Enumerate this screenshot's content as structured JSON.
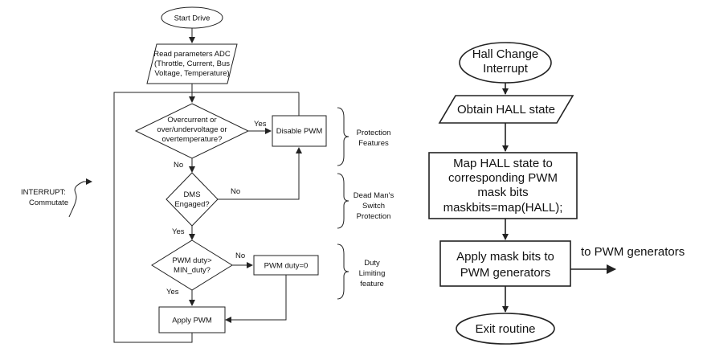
{
  "left_flowchart": {
    "start": "Start Drive",
    "read_params": [
      "Read parameters ADC",
      "(Throttle, Current, Bus",
      "Voltage, Temperature)"
    ],
    "fault_check": [
      "Overcurrent or",
      "over/undervoltage or",
      "overtemperature?"
    ],
    "fault_yes": "Yes",
    "fault_no": "No",
    "disable_pwm": "Disable PWM",
    "dms_check": [
      "DMS",
      "Engaged?"
    ],
    "dms_no": "No",
    "dms_yes": "Yes",
    "duty_check": [
      "PWM duty>",
      "MIN_duty?"
    ],
    "duty_no": "No",
    "duty_yes": "Yes",
    "duty_zero": "PWM duty=0",
    "apply_pwm": "Apply PWM",
    "interrupt": [
      "INTERRUPT:",
      "Commutate"
    ],
    "brace_protection": [
      "Protection",
      "Features"
    ],
    "brace_dms": [
      "Dead Man's",
      "Switch",
      "Protection"
    ],
    "brace_duty": [
      "Duty",
      "Limiting",
      "feature"
    ]
  },
  "right_flowchart": {
    "start": [
      "Hall Change",
      "Interrupt"
    ],
    "obtain_hall": "Obtain HALL state",
    "map_hall": [
      "Map HALL state to",
      "corresponding PWM",
      "mask bits",
      "maskbits=map(HALL);"
    ],
    "apply_mask": [
      "Apply mask bits to",
      "PWM generators"
    ],
    "to_pwm": "to PWM generators",
    "exit": "Exit routine"
  }
}
